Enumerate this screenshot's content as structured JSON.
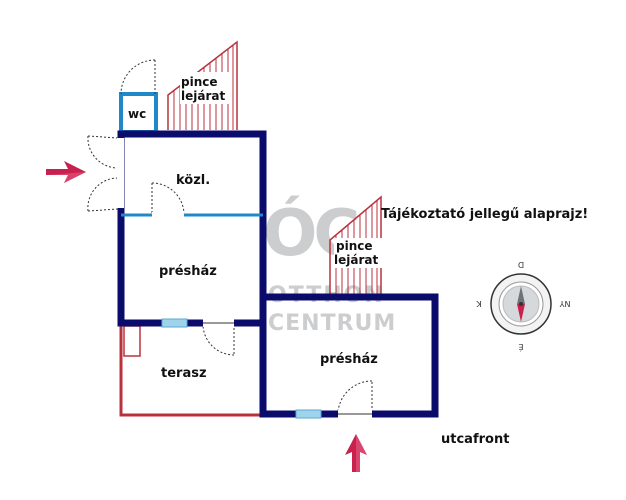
{
  "rooms": {
    "wc": "wc",
    "pince_top": [
      "pince",
      "lejárat"
    ],
    "kozl": "közl.",
    "preshaz_left": "présház",
    "pince_mid": [
      "pince",
      "lejárat"
    ],
    "preshaz_right": "présház",
    "terasz": "terasz"
  },
  "notice": "Tájékoztató jellegű alaprajz!",
  "street_label": "utcafront",
  "compass": {
    "n": "É",
    "s": "D",
    "e": "K",
    "w": "NY"
  },
  "watermark": {
    "monogram": "ÓC",
    "line1": "OTTHON",
    "line2": "CENTRUM"
  },
  "colors": {
    "wall": "#0b0b6b",
    "partition": "#1e88c8",
    "terrace": "#b8323c",
    "stairs": "#b8323c",
    "arrow": "#c8214e",
    "window": "#9fd3ec"
  }
}
